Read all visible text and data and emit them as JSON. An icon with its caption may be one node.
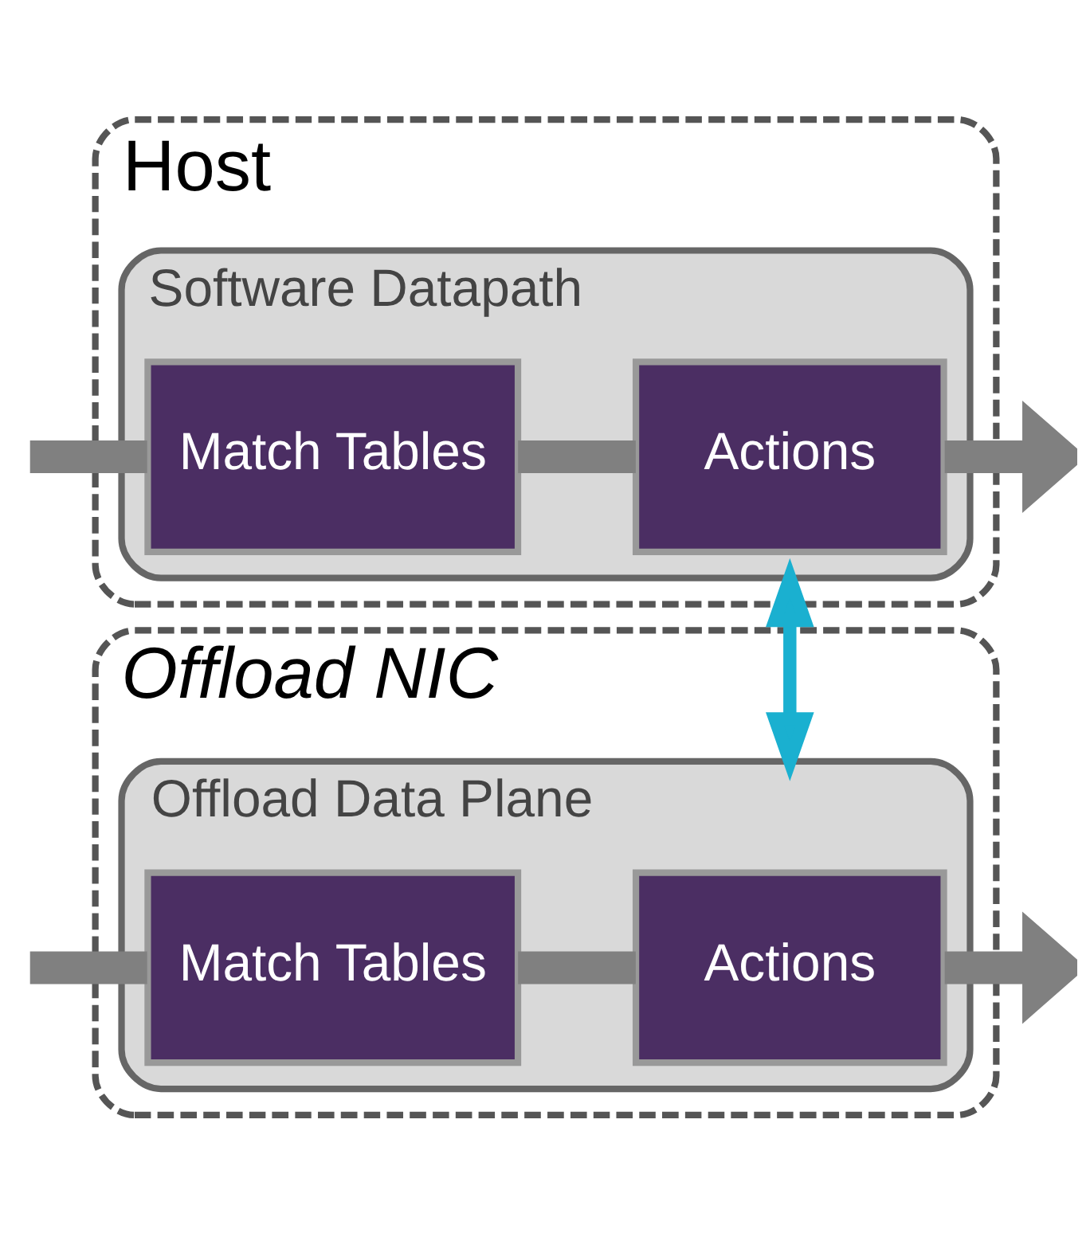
{
  "diagram": {
    "nodes": [
      {
        "text": [
          "Host"
        ]
      },
      {
        "text": [
          "Software Datapath"
        ],
        "in": 0
      },
      {
        "text": [
          "Match Tables"
        ],
        "in": 1
      },
      {
        "text": [
          "Actions"
        ],
        "in": 1
      },
      {
        "text": [
          "Offload NIC"
        ]
      },
      {
        "text": [
          "Offload Data Plane"
        ],
        "in": 4
      },
      {
        "text": [
          "Match Tables"
        ],
        "in": 5
      },
      {
        "text": [
          "Actions"
        ],
        "in": 5
      }
    ],
    "edges": [
      {
        "from": null,
        "to": 2,
        "arrow": "none"
      },
      {
        "from": 2,
        "to": 3,
        "arrow": "none"
      },
      {
        "from": 3,
        "to": null,
        "arrow": "to"
      },
      {
        "from": null,
        "to": 6,
        "arrow": "none"
      },
      {
        "from": 6,
        "to": 7,
        "arrow": "none"
      },
      {
        "from": 7,
        "to": null,
        "arrow": "to"
      },
      {
        "from": 1,
        "to": 5,
        "arrow": "both",
        "color": "#1ab0d0"
      }
    ]
  }
}
